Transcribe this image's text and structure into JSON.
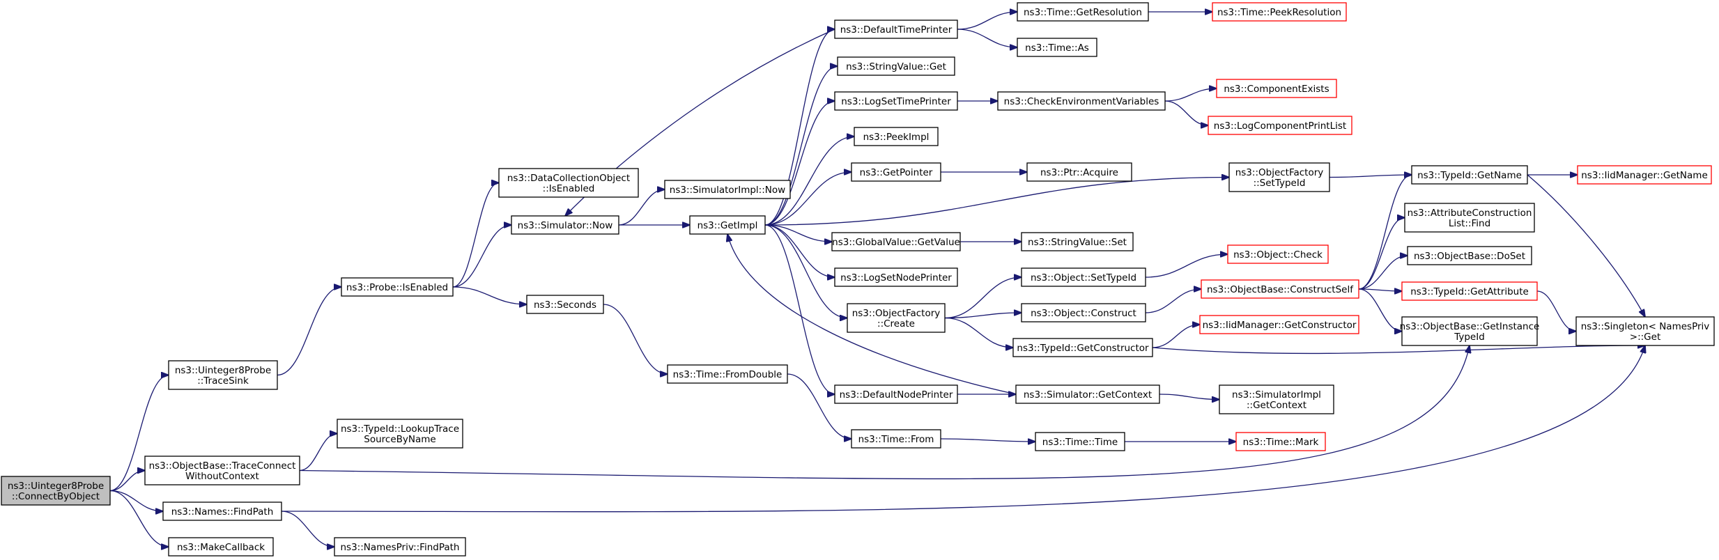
{
  "colors": {
    "root_fill": "#bfbfbf",
    "node_fill": "#ffffff",
    "node_border": "#000000",
    "truncated_border": "#ff0000",
    "edge": "#191970"
  },
  "nodes": [
    {
      "id": "root",
      "lines": [
        "ns3::Uinteger8Probe",
        "::ConnectByObject"
      ],
      "root": true
    },
    {
      "id": "tracesink",
      "lines": [
        "ns3::Uinteger8Probe",
        "::TraceSink"
      ]
    },
    {
      "id": "traceconnect",
      "lines": [
        "ns3::ObjectBase::TraceConnect",
        "WithoutContext"
      ]
    },
    {
      "id": "findpath",
      "lines": [
        "ns3::Names::FindPath"
      ]
    },
    {
      "id": "makecallback",
      "lines": [
        "ns3::MakeCallback"
      ]
    },
    {
      "id": "lookuptrace",
      "lines": [
        "ns3::TypeId::LookupTrace",
        "SourceByName"
      ]
    },
    {
      "id": "namespriv_findpath",
      "lines": [
        "ns3::NamesPriv::FindPath"
      ]
    },
    {
      "id": "probe_isenabled",
      "lines": [
        "ns3::Probe::IsEnabled"
      ]
    },
    {
      "id": "dco_isenabled",
      "lines": [
        "ns3::DataCollectionObject",
        "::IsEnabled"
      ]
    },
    {
      "id": "sim_now",
      "lines": [
        "ns3::Simulator::Now"
      ]
    },
    {
      "id": "seconds",
      "lines": [
        "ns3::Seconds"
      ]
    },
    {
      "id": "simimpl_now",
      "lines": [
        "ns3::SimulatorImpl::Now"
      ]
    },
    {
      "id": "getimpl",
      "lines": [
        "ns3::GetImpl"
      ]
    },
    {
      "id": "time_fromdouble",
      "lines": [
        "ns3::Time::FromDouble"
      ]
    },
    {
      "id": "time_from",
      "lines": [
        "ns3::Time::From"
      ]
    },
    {
      "id": "defaulttimeprinter",
      "lines": [
        "ns3::DefaultTimePrinter"
      ]
    },
    {
      "id": "stringvalue_get",
      "lines": [
        "ns3::StringValue::Get"
      ]
    },
    {
      "id": "logsettimeprinter",
      "lines": [
        "ns3::LogSetTimePrinter"
      ]
    },
    {
      "id": "peekimpl",
      "lines": [
        "ns3::PeekImpl"
      ]
    },
    {
      "id": "getpointer",
      "lines": [
        "ns3::GetPointer"
      ]
    },
    {
      "id": "globalvalue_getvalue",
      "lines": [
        "ns3::GlobalValue::GetValue"
      ]
    },
    {
      "id": "logsetnodeprinter",
      "lines": [
        "ns3::LogSetNodePrinter"
      ]
    },
    {
      "id": "objectfactory_create",
      "lines": [
        "ns3::ObjectFactory",
        "::Create"
      ]
    },
    {
      "id": "defaultnodeprinter",
      "lines": [
        "ns3::DefaultNodePrinter"
      ]
    },
    {
      "id": "time_getresolution",
      "lines": [
        "ns3::Time::GetResolution"
      ]
    },
    {
      "id": "time_as",
      "lines": [
        "ns3::Time::As"
      ]
    },
    {
      "id": "checkenv",
      "lines": [
        "ns3::CheckEnvironmentVariables"
      ]
    },
    {
      "id": "ptr_acquire",
      "lines": [
        "ns3::Ptr::Acquire"
      ]
    },
    {
      "id": "stringvalue_set",
      "lines": [
        "ns3::StringValue::Set"
      ]
    },
    {
      "id": "object_settypeid",
      "lines": [
        "ns3::Object::SetTypeId"
      ]
    },
    {
      "id": "object_construct",
      "lines": [
        "ns3::Object::Construct"
      ]
    },
    {
      "id": "typeid_getconstructor",
      "lines": [
        "ns3::TypeId::GetConstructor"
      ]
    },
    {
      "id": "sim_getcontext",
      "lines": [
        "ns3::Simulator::GetContext"
      ]
    },
    {
      "id": "time_time",
      "lines": [
        "ns3::Time::Time"
      ]
    },
    {
      "id": "time_peekresolution",
      "lines": [
        "ns3::Time::PeekResolution"
      ],
      "truncated": true
    },
    {
      "id": "componentexists",
      "lines": [
        "ns3::ComponentExists"
      ],
      "truncated": true
    },
    {
      "id": "logcomponentprintlist",
      "lines": [
        "ns3::LogComponentPrintList"
      ],
      "truncated": true
    },
    {
      "id": "objectfactory_settypeid",
      "lines": [
        "ns3::ObjectFactory",
        "::SetTypeId"
      ]
    },
    {
      "id": "object_check",
      "lines": [
        "ns3::Object::Check"
      ],
      "truncated": true
    },
    {
      "id": "objectbase_constructself",
      "lines": [
        "ns3::ObjectBase::ConstructSelf"
      ],
      "truncated": true
    },
    {
      "id": "iidmanager_getconstructor",
      "lines": [
        "ns3::IidManager::GetConstructor"
      ],
      "truncated": true
    },
    {
      "id": "simimpl_getcontext",
      "lines": [
        "ns3::SimulatorImpl",
        "::GetContext"
      ]
    },
    {
      "id": "time_mark",
      "lines": [
        "ns3::Time::Mark"
      ],
      "truncated": true
    },
    {
      "id": "typeid_getname",
      "lines": [
        "ns3::TypeId::GetName"
      ]
    },
    {
      "id": "attrconstruction_find",
      "lines": [
        "ns3::AttributeConstruction",
        "List::Find"
      ]
    },
    {
      "id": "objectbase_doset",
      "lines": [
        "ns3::ObjectBase::DoSet"
      ]
    },
    {
      "id": "typeid_getattribute",
      "lines": [
        "ns3::TypeId::GetAttribute"
      ],
      "truncated": true
    },
    {
      "id": "objectbase_getinstancetypeid",
      "lines": [
        "ns3::ObjectBase::GetInstance",
        "TypeId"
      ]
    },
    {
      "id": "iidmanager_getname",
      "lines": [
        "ns3::IidManager::GetName"
      ],
      "truncated": true
    },
    {
      "id": "singleton_get",
      "lines": [
        "ns3::Singleton< NamesPriv",
        " >::Get"
      ]
    }
  ],
  "edges": [
    [
      "root",
      "tracesink"
    ],
    [
      "root",
      "traceconnect"
    ],
    [
      "root",
      "findpath"
    ],
    [
      "root",
      "makecallback"
    ],
    [
      "tracesink",
      "probe_isenabled"
    ],
    [
      "probe_isenabled",
      "dco_isenabled"
    ],
    [
      "probe_isenabled",
      "sim_now"
    ],
    [
      "probe_isenabled",
      "seconds"
    ],
    [
      "sim_now",
      "simimpl_now"
    ],
    [
      "sim_now",
      "getimpl"
    ],
    [
      "seconds",
      "time_fromdouble"
    ],
    [
      "time_fromdouble",
      "time_from"
    ],
    [
      "time_from",
      "time_time"
    ],
    [
      "time_time",
      "time_mark"
    ],
    [
      "getimpl",
      "defaulttimeprinter"
    ],
    [
      "getimpl",
      "stringvalue_get"
    ],
    [
      "getimpl",
      "logsettimeprinter"
    ],
    [
      "getimpl",
      "peekimpl"
    ],
    [
      "getimpl",
      "getpointer"
    ],
    [
      "getimpl",
      "objectfactory_settypeid"
    ],
    [
      "getimpl",
      "globalvalue_getvalue"
    ],
    [
      "getimpl",
      "logsetnodeprinter"
    ],
    [
      "getimpl",
      "objectfactory_create"
    ],
    [
      "getimpl",
      "defaultnodeprinter"
    ],
    [
      "defaulttimeprinter",
      "sim_now"
    ],
    [
      "defaulttimeprinter",
      "time_getresolution"
    ],
    [
      "defaulttimeprinter",
      "time_as"
    ],
    [
      "time_getresolution",
      "time_peekresolution"
    ],
    [
      "logsettimeprinter",
      "checkenv"
    ],
    [
      "checkenv",
      "componentexists"
    ],
    [
      "checkenv",
      "logcomponentprintlist"
    ],
    [
      "getpointer",
      "ptr_acquire"
    ],
    [
      "globalvalue_getvalue",
      "stringvalue_set"
    ],
    [
      "objectfactory_create",
      "object_settypeid"
    ],
    [
      "objectfactory_create",
      "object_construct"
    ],
    [
      "objectfactory_create",
      "typeid_getconstructor"
    ],
    [
      "object_settypeid",
      "object_check"
    ],
    [
      "object_construct",
      "objectbase_constructself"
    ],
    [
      "typeid_getconstructor",
      "iidmanager_getconstructor"
    ],
    [
      "typeid_getconstructor",
      "singleton_get"
    ],
    [
      "defaultnodeprinter",
      "sim_getcontext"
    ],
    [
      "sim_getcontext",
      "getimpl"
    ],
    [
      "sim_getcontext",
      "simimpl_getcontext"
    ],
    [
      "objectfactory_settypeid",
      "typeid_getname"
    ],
    [
      "objectbase_constructself",
      "typeid_getname"
    ],
    [
      "objectbase_constructself",
      "attrconstruction_find"
    ],
    [
      "objectbase_constructself",
      "objectbase_doset"
    ],
    [
      "objectbase_constructself",
      "typeid_getattribute"
    ],
    [
      "objectbase_constructself",
      "objectbase_getinstancetypeid"
    ],
    [
      "typeid_getattribute",
      "singleton_get"
    ],
    [
      "typeid_getname",
      "iidmanager_getname"
    ],
    [
      "typeid_getname",
      "singleton_get"
    ],
    [
      "traceconnect",
      "lookuptrace"
    ],
    [
      "traceconnect",
      "objectbase_getinstancetypeid"
    ],
    [
      "findpath",
      "namespriv_findpath"
    ],
    [
      "findpath",
      "singleton_get"
    ]
  ]
}
